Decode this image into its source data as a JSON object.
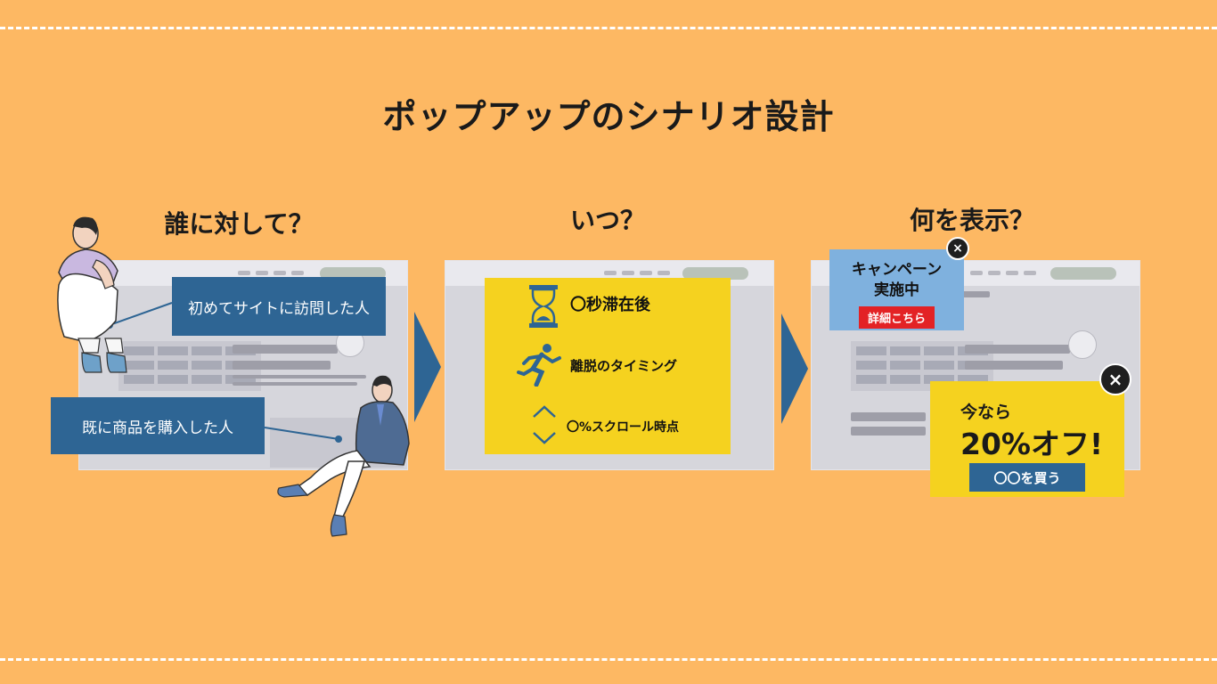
{
  "title": "ポップアップのシナリオ設計",
  "columns": [
    {
      "heading": "誰に対して？"
    },
    {
      "heading": "いつ？"
    },
    {
      "heading": "何を表示？"
    }
  ],
  "who": {
    "first_visit": "初めてサイトに訪問した人",
    "purchased": "既に商品を購入した人"
  },
  "when": {
    "items": [
      "〇秒滞在後",
      "離脱のタイミング",
      "〇%スクロール時点"
    ]
  },
  "what": {
    "campaign_line1": "キャンペーン",
    "campaign_line2": "実施中",
    "campaign_button": "詳細こちら",
    "offer_line1": "今なら",
    "offer_line2": "20%オフ!",
    "offer_button": "〇〇を買う",
    "close_icon": "×"
  },
  "colors": {
    "background": "#FDB863",
    "navy": "#2E6594",
    "yellow": "#F5D21F",
    "light_blue": "#7FB1DE",
    "red": "#E32225"
  }
}
